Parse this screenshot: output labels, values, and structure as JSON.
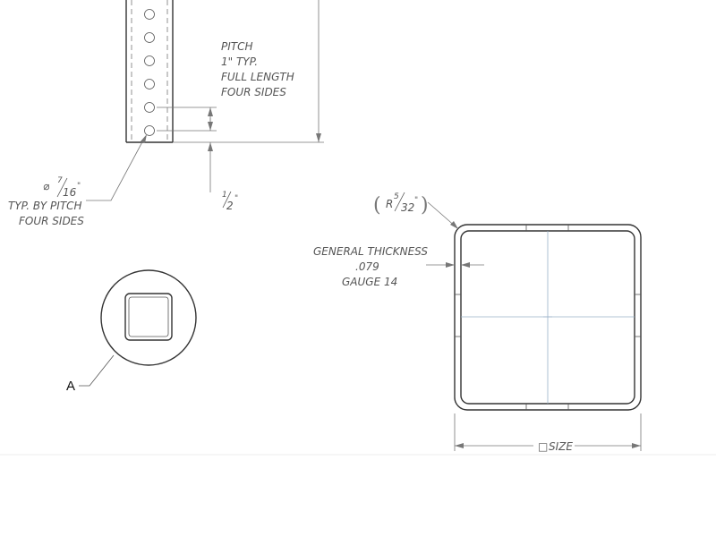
{
  "title": "",
  "notes": {
    "pitch": [
      "PITCH",
      "1\" TYP.",
      "FULL LENGTH",
      "FOUR SIDES"
    ],
    "hole_diameter": {
      "symbol": "⌀",
      "numerator": "7",
      "denominator": "16",
      "unit": "\""
    },
    "hole_note": [
      "TYP. BY PITCH",
      "FOUR SIDES"
    ],
    "end_offset": {
      "numerator": "1",
      "denominator": "2",
      "unit": "\""
    },
    "corner_radius": {
      "prefix": "R",
      "numerator": "5",
      "denominator": "32",
      "unit": "\""
    },
    "thickness": [
      "GENERAL THICKNESS",
      ".079",
      "GAUGE 14"
    ],
    "size": {
      "symbol": "□",
      "label": "SIZE"
    },
    "detail_label": "A"
  },
  "colors": {
    "line": "#333333",
    "dimension": "#777777",
    "centerline": "#9ab3c8",
    "text": "#555555"
  }
}
